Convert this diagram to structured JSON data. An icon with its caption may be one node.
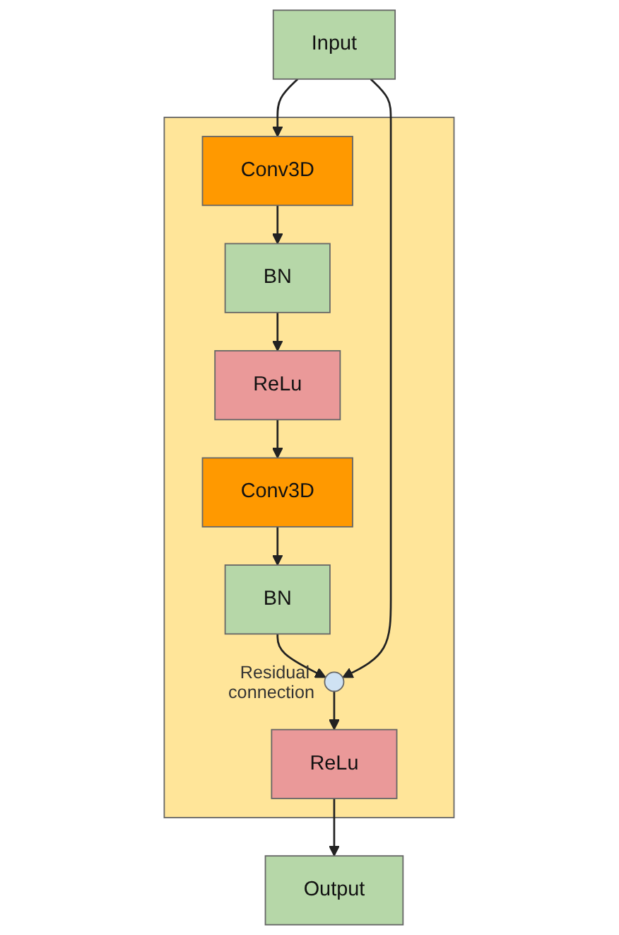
{
  "diagram": {
    "nodes": [
      {
        "text": [
          "Input"
        ]
      },
      {
        "text": [],
        "shape": "box"
      },
      {
        "text": [
          "Conv3D"
        ],
        "in": 1
      },
      {
        "text": [
          "BN"
        ],
        "in": 1
      },
      {
        "text": [
          "ReLu"
        ],
        "in": 1
      },
      {
        "text": [
          "Conv3D"
        ],
        "in": 1
      },
      {
        "text": [
          "BN"
        ],
        "in": 1
      },
      {
        "text": [],
        "shape": "circle",
        "in": 1,
        "beside": [
          "Residual connection"
        ]
      },
      {
        "text": [
          "ReLu"
        ],
        "in": 1
      },
      {
        "text": [
          "Output"
        ]
      }
    ],
    "edges": [
      {
        "from": 0,
        "to": 2,
        "arrow": "to"
      },
      {
        "from": 2,
        "to": 3,
        "arrow": "to"
      },
      {
        "from": 3,
        "to": 4,
        "arrow": "to"
      },
      {
        "from": 4,
        "to": 5,
        "arrow": "to"
      },
      {
        "from": 5,
        "to": 6,
        "arrow": "to"
      },
      {
        "from": 6,
        "to": 7,
        "arrow": "to"
      },
      {
        "from": 0,
        "to": 7,
        "arrow": "to"
      },
      {
        "from": 7,
        "to": 8,
        "arrow": "to"
      },
      {
        "from": 8,
        "to": 9,
        "arrow": "to"
      }
    ]
  }
}
